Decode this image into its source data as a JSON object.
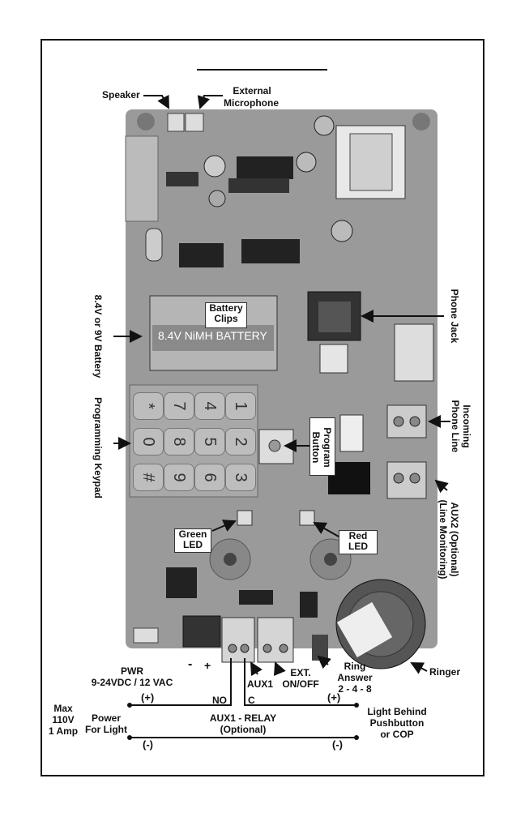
{
  "labels": {
    "speaker": "Speaker",
    "ext_mic_1": "External",
    "ext_mic_2": "Microphone",
    "battery_side_1": "8.4V or 9V Battery",
    "battery_clips_1": "Battery",
    "battery_clips_2": "Clips",
    "battery_text": "8.4V NiMH BATTERY",
    "phone_jack": "Phone Jack",
    "keypad": "Programming Keypad",
    "program_button_1": "Program",
    "program_button_2": "Button",
    "incoming_1": "Incoming",
    "incoming_2": "Phone Line",
    "aux2_1": "AUX2 (Optional)",
    "aux2_2": "(Line Monitoring)",
    "green_led_1": "Green",
    "green_led_2": "LED",
    "red_led_1": "Red",
    "red_led_2": "LED",
    "pwr": "PWR",
    "pwr_spec": "9-24VDC / 12 VAC",
    "minus": "-",
    "plus": "+",
    "aux1": "AUX1",
    "ext_1": "EXT.",
    "ext_2": "ON/OFF",
    "ring_1": "Ring",
    "ring_2": "Answer",
    "ring_3": "2 - 4 - 8",
    "ringer": "Ringer",
    "max_1": "Max",
    "max_2": "110V",
    "max_3": "1 Amp",
    "power_1": "Power",
    "power_2": "For Light",
    "plus_paren": "(+)",
    "minus_paren": "(-)",
    "no": "NO",
    "c": "C",
    "aux1_relay_1": "AUX1 - RELAY",
    "aux1_relay_2": "(Optional)",
    "light_1": "Light Behind",
    "light_2": "Pushbutton",
    "light_3": "or COP"
  },
  "keypad_keys": [
    "*",
    "7",
    "4",
    "1",
    "0",
    "8",
    "5",
    "2",
    "#",
    "9",
    "6",
    "3"
  ],
  "colors": {
    "board": "#9a9a9a",
    "ink": "#111111"
  }
}
